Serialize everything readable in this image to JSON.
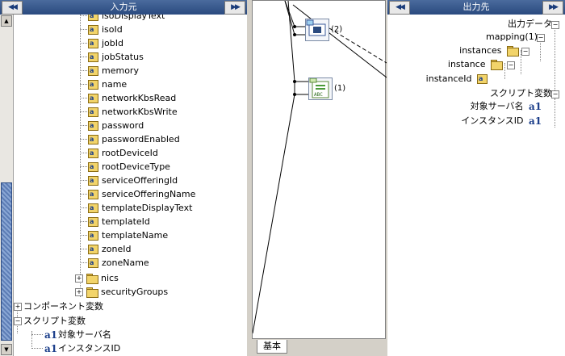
{
  "left_panel": {
    "title": "入力元",
    "fields": [
      "isoDisplayText",
      "isoId",
      "jobId",
      "jobStatus",
      "memory",
      "name",
      "networkKbsRead",
      "networkKbsWrite",
      "password",
      "passwordEnabled",
      "rootDeviceId",
      "rootDeviceType",
      "serviceOfferingId",
      "serviceOfferingName",
      "templateDisplayText",
      "templateId",
      "templateName",
      "zoneId",
      "zoneName"
    ],
    "folders": [
      "nics",
      "securityGroups"
    ],
    "component_vars": "コンポーネント変数",
    "script_vars": "スクリプト変数",
    "script_var_items": [
      "対象サーバ名",
      "インスタンスID"
    ]
  },
  "middle_panel": {
    "node_labels": [
      "(2)",
      "(1)"
    ],
    "tab_label": "基本"
  },
  "right_panel": {
    "title": "出力先",
    "output_data": "出力データ",
    "mapping": "mapping(1)",
    "instances": "instances",
    "instance": "instance",
    "instance_id": "instanceId",
    "script_vars": "スクリプト変数",
    "script_var_items": [
      "対象サーバ名",
      "インスタンスID"
    ]
  },
  "icons": {
    "collapse_left": "double-left-arrow-icon",
    "collapse_right": "double-right-arrow-icon",
    "field": "field-icon",
    "folder": "folder-icon",
    "variable": "variable-icon"
  },
  "colors": {
    "header": "#2a4a7f",
    "scrollbar_thumb": "#5d7db5",
    "field_icon": "#f2d46a"
  }
}
